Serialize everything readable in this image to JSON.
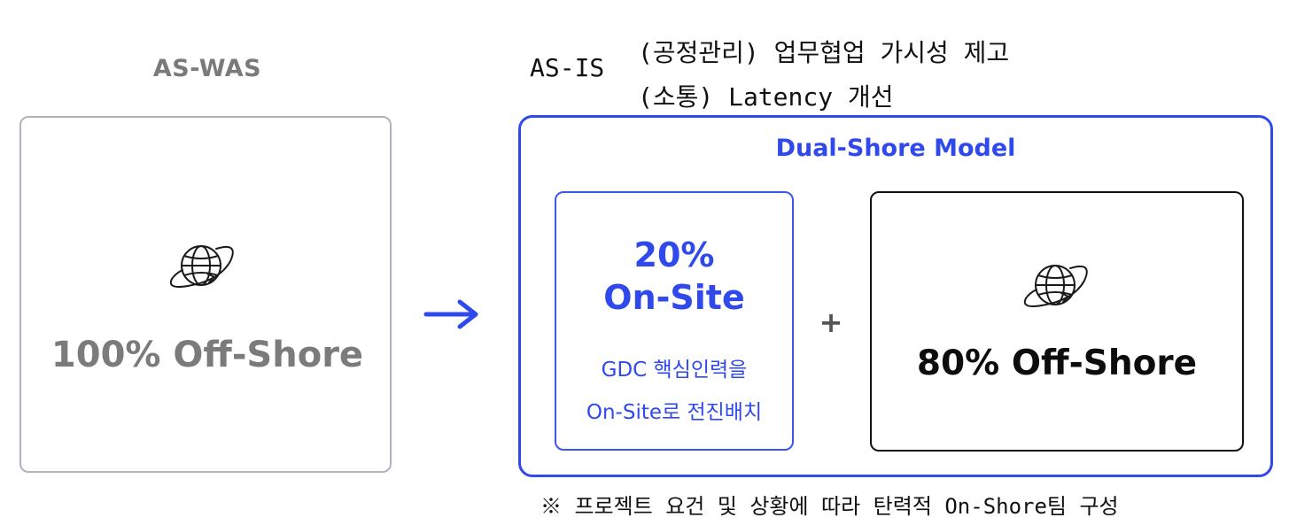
{
  "aswas": {
    "title": "AS-WAS",
    "label": "100% Off-Shore",
    "icon": "globe-icon"
  },
  "arrow_icon": "arrow-right-icon",
  "asis": {
    "label": "AS-IS",
    "line1": "(공정관리) 업무협업 가시성 제고",
    "line2": "(소통) Latency 개선"
  },
  "dual": {
    "title": "Dual-Shore Model",
    "onsite": {
      "percent": "20%",
      "label": "On-Site",
      "desc_line1": "GDC 핵심인력을",
      "desc_line2": "On-Site로 전진배치"
    },
    "plus": "+",
    "offshore": {
      "label": "80% Off-Shore",
      "icon": "globe-icon"
    }
  },
  "footnote": "※ 프로젝트 요건 및 상황에 따라 탄력적 On-Shore팀 구성",
  "colors": {
    "accent": "#2f49ec",
    "gray_text": "#7b7b7b",
    "gray_border": "#b0b4c0",
    "dark": "#111111"
  }
}
